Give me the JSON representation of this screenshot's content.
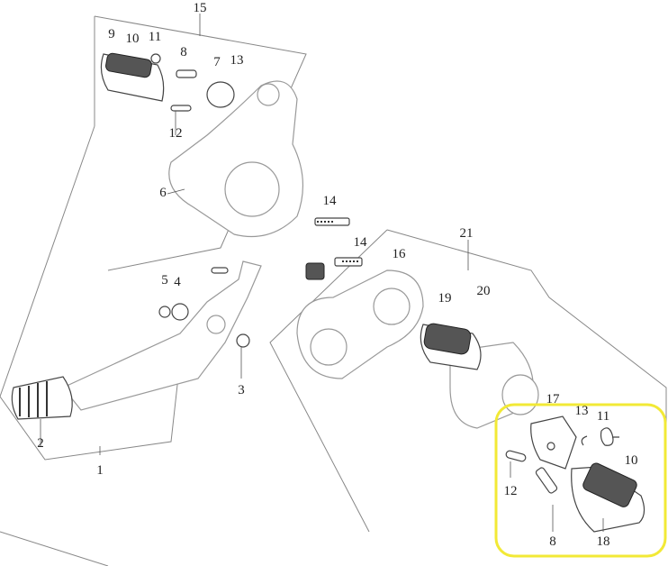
{
  "diagram": {
    "title": "Footrest / pedal assembly exploded view",
    "highlight_color": "#f2e936",
    "labels": {
      "group_footrest_front": "15",
      "front_peg": "9",
      "front_peg_rubber": "10",
      "front_spring": "11",
      "front_bolt": "8",
      "front_bracket_pivot": "7",
      "front_clip": "13",
      "front_pin": "12",
      "front_plate": "6",
      "bolt_upper": "14",
      "bolt_lower": "14",
      "washer_5": "5",
      "washer_4": "4",
      "rear_plate": "16",
      "group_rear": "21",
      "rear_peg": "19",
      "rear_peg_group": "20",
      "pedal_spring": "3",
      "pedal_rubber": "2",
      "brake_pedal": "1",
      "hl_pivot": "17",
      "hl_clip": "13",
      "hl_spring": "11",
      "hl_rubber": "10",
      "hl_pin": "12",
      "hl_bolt": "8",
      "hl_peg": "18"
    }
  }
}
